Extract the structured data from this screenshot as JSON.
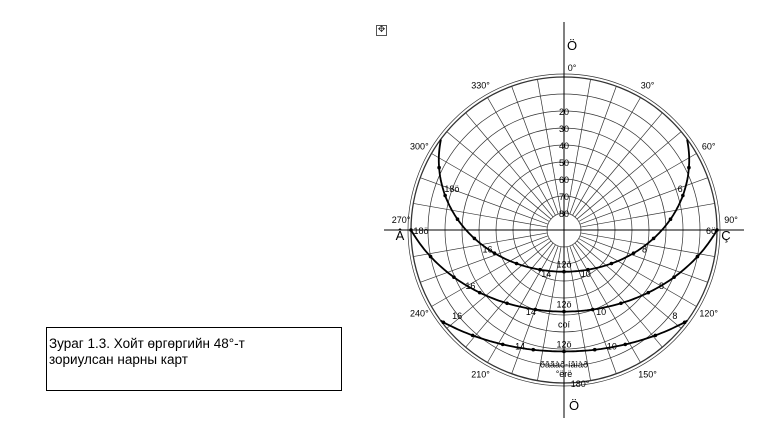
{
  "caption": {
    "line1": "Зураг 1.3. Хойт өргөргийн 48°-т",
    "line2": "зориулсан нарны карт"
  },
  "move_handle_glyph": "✥",
  "compass": {
    "north": "Ö",
    "south": "Ö",
    "east": "Ç",
    "west": "Â"
  },
  "azimuth_labels": [
    {
      "az": 0,
      "text": "0°"
    },
    {
      "az": 30,
      "text": "30°"
    },
    {
      "az": 60,
      "text": "60°"
    },
    {
      "az": 90,
      "text": "90°"
    },
    {
      "az": 120,
      "text": "120°"
    },
    {
      "az": 150,
      "text": "150°"
    },
    {
      "az": 180,
      "text": "180°"
    },
    {
      "az": 210,
      "text": "210°"
    },
    {
      "az": 240,
      "text": "240°"
    },
    {
      "az": 270,
      "text": "270°"
    },
    {
      "az": 300,
      "text": "300°"
    },
    {
      "az": 330,
      "text": "330°"
    }
  ],
  "altitude_labels": [
    "20",
    "30",
    "40",
    "50",
    "60",
    "70",
    "80"
  ],
  "altitude_circles": [
    0,
    10,
    20,
    30,
    40,
    50,
    60,
    70,
    80
  ],
  "azimuth_step": 10,
  "sun_paths": [
    {
      "name": "summer",
      "label": "",
      "noon_altitude": 65.5,
      "hour_labels": [
        {
          "text": "18ö",
          "az": 289,
          "alt": 14
        },
        {
          "text": "16",
          "az": 258,
          "alt": 38
        },
        {
          "text": "14",
          "az": 213,
          "alt": 60
        },
        {
          "text": "12ö",
          "az": 180,
          "alt": 65.5
        },
        {
          "text": "10",
          "az": 147,
          "alt": 60
        },
        {
          "text": "8",
          "az": 102,
          "alt": 38
        },
        {
          "text": "6",
          "az": 71,
          "alt": 14
        }
      ]
    },
    {
      "name": "equinox",
      "label": "coí",
      "noon_altitude": 42,
      "hour_labels": [
        {
          "text": "18ö",
          "az": 270,
          "alt": 0
        },
        {
          "text": "16",
          "az": 242,
          "alt": 21
        },
        {
          "text": "14",
          "az": 208,
          "alt": 36
        },
        {
          "text": "12ö",
          "az": 180,
          "alt": 42
        },
        {
          "text": "10",
          "az": 152,
          "alt": 36
        },
        {
          "text": "8",
          "az": 118,
          "alt": 21
        },
        {
          "text": "6ö",
          "az": 90,
          "alt": 0
        }
      ]
    },
    {
      "name": "winter",
      "label": "õâãàð-íâìàð",
      "noon_altitude": 18.5,
      "hour_labels": [
        {
          "text": "16",
          "az": 234,
          "alt": 5
        },
        {
          "text": "14",
          "az": 205,
          "alt": 15
        },
        {
          "text": "12ö",
          "az": 180,
          "alt": 18.5
        },
        {
          "text": "10",
          "az": 155,
          "alt": 15
        },
        {
          "text": "8",
          "az": 126,
          "alt": 5
        }
      ]
    }
  ],
  "bottom_label": "°ërë"
}
